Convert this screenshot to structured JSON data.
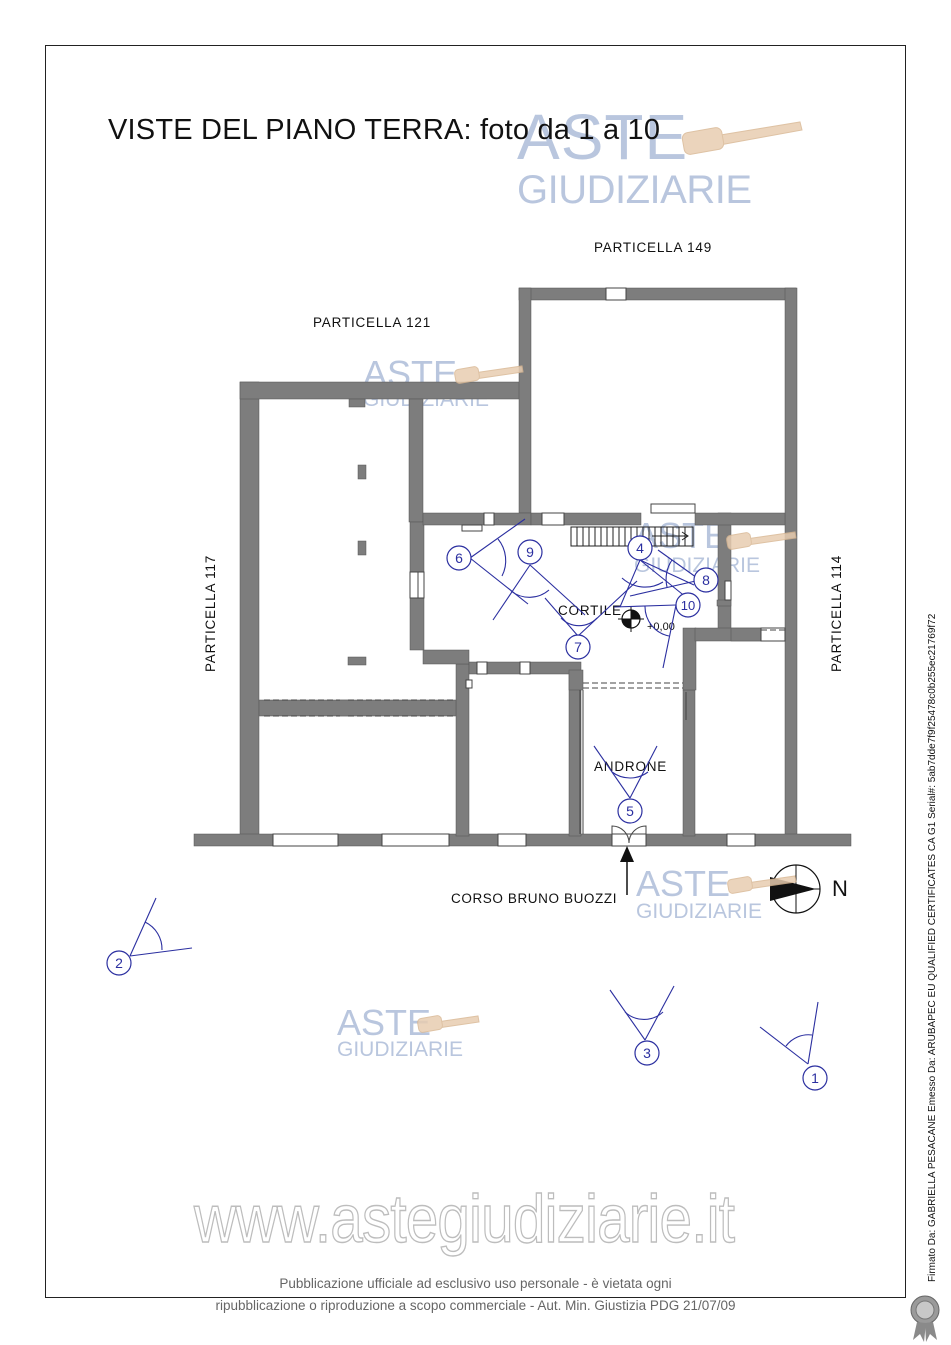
{
  "title": "VISTE DEL PIANO  TERRA: foto da 1 a 10",
  "parcels": {
    "p149": "PARTICELLA 149",
    "p121": "PARTICELLA 121",
    "p117": "PARTICELLA 117",
    "p114": "PARTICELLA 114"
  },
  "rooms": {
    "cortile": "CORTILE",
    "androne": "ANDRONE"
  },
  "street": "CORSO BRUNO BUOZZI",
  "elevation": "+0,00",
  "north": "N",
  "photo_points": [
    "1",
    "2",
    "3",
    "4",
    "5",
    "6",
    "7",
    "8",
    "9",
    "10"
  ],
  "watermark": {
    "line1": "ASTE",
    "line2": "GIUDIZIARIE",
    "url": "www.astegiudiziarie.it"
  },
  "footer": {
    "line1": "Pubblicazione ufficiale ad esclusivo uso personale - è vietata ogni",
    "line2": "ripubblicazione o riproduzione a scopo commerciale - Aut. Min. Giustizia PDG 21/07/09"
  },
  "signature": "Firmato Da: GABRIELLA PESACANE Emesso Da: ARUBAPEC EU QUALIFIED CERTIFICATES CA G1 Serial#: 5ab7dde7f9f25478c0b255ec21769f72",
  "colors": {
    "wall": "#7d7d7d",
    "annotation": "#2b2fa0",
    "watermark": "#b9c6de"
  }
}
